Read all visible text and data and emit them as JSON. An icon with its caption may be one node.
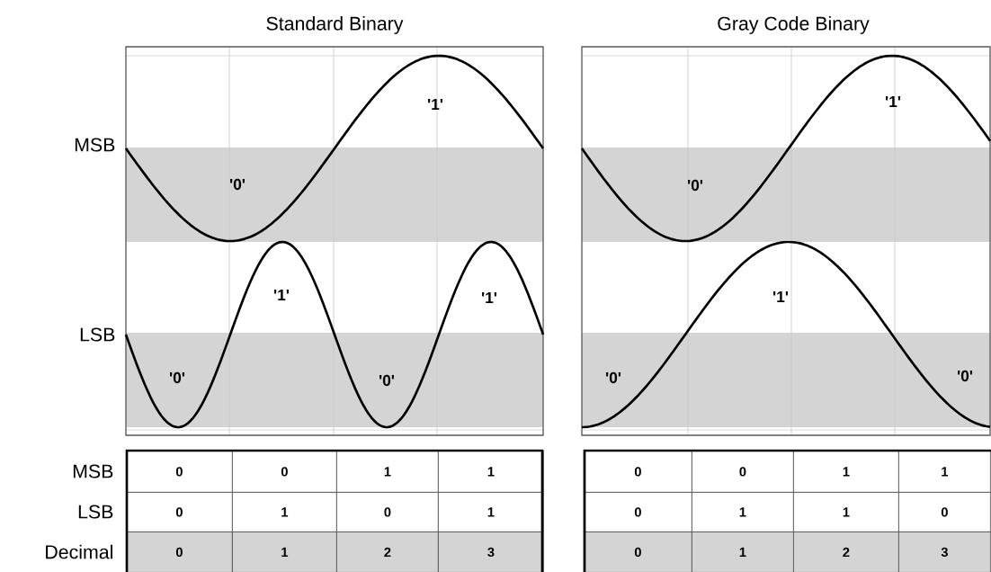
{
  "diagram": {
    "labels": [
      "Standard Binary",
      "Gray Code Binary",
      "MSB",
      "LSB",
      "'1'",
      "'0'",
      "'1'",
      "'1'",
      "'0'",
      "'0'",
      "'1'",
      "'0'",
      "'1'",
      "'0'",
      "'0'",
      "MSB",
      "0",
      "0",
      "1",
      "1",
      "0",
      "0",
      "1",
      "1",
      "LSB",
      "0",
      "1",
      "0",
      "1",
      "0",
      "1",
      "1",
      "0",
      "Decimal",
      "0",
      "1",
      "2",
      "3",
      "0",
      "1",
      "2",
      "3"
    ]
  }
}
